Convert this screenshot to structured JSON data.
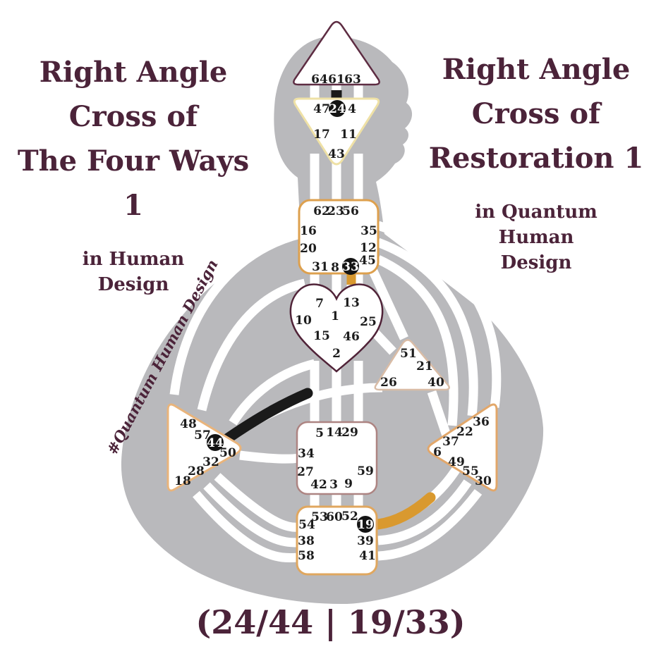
{
  "titles": {
    "left": {
      "main": "Right Angle\nCross of\nThe Four Ways 1",
      "sub": "in Human\nDesign"
    },
    "right": {
      "main": "Right Angle\nCross of\nRestoration 1",
      "sub": "in Quantum\nHuman\nDesign"
    }
  },
  "hashtag": "#Quantum Human Design",
  "cross_notation": "(24/44 | 19/33)",
  "activated_gates": [
    "24",
    "44",
    "19",
    "33"
  ],
  "colors": {
    "title": "#4b2339",
    "body_silhouette": "#b9b9bc",
    "activation_fill": "#141414",
    "channel_black": "#1a1a1a",
    "channel_orange": "#d9992f",
    "head_stroke": "#5d2c42",
    "ajna_stroke": "#efe1a6",
    "throat_stroke": "#dda04e",
    "g_stroke": "#502338",
    "will_stroke": "#d9bca6",
    "spleen_stroke": "#e9b47b",
    "solar_plexus_stroke": "#e2a76a",
    "sacral_stroke": "#ad8482",
    "root_stroke": "#e0a75f"
  },
  "centers": {
    "head": {
      "gates": [
        "64",
        "61",
        "63"
      ]
    },
    "ajna": {
      "gates": [
        "47",
        "24",
        "4",
        "17",
        "11",
        "43"
      ]
    },
    "throat": {
      "gates": [
        "62",
        "23",
        "56",
        "16",
        "35",
        "20",
        "12",
        "31",
        "8",
        "33",
        "45"
      ]
    },
    "g": {
      "gates": [
        "7",
        "13",
        "1",
        "10",
        "25",
        "15",
        "46",
        "2"
      ]
    },
    "will": {
      "gates": [
        "51",
        "21",
        "26",
        "40"
      ]
    },
    "spleen": {
      "gates": [
        "48",
        "57",
        "44",
        "50",
        "32",
        "28",
        "18"
      ]
    },
    "solar_plexus": {
      "gates": [
        "36",
        "22",
        "37",
        "6",
        "49",
        "55",
        "30"
      ]
    },
    "sacral": {
      "gates": [
        "5",
        "14",
        "29",
        "34",
        "27",
        "59",
        "42",
        "3",
        "9"
      ]
    },
    "root": {
      "gates": [
        "53",
        "60",
        "52",
        "54",
        "19",
        "38",
        "39",
        "58",
        "41"
      ]
    }
  }
}
